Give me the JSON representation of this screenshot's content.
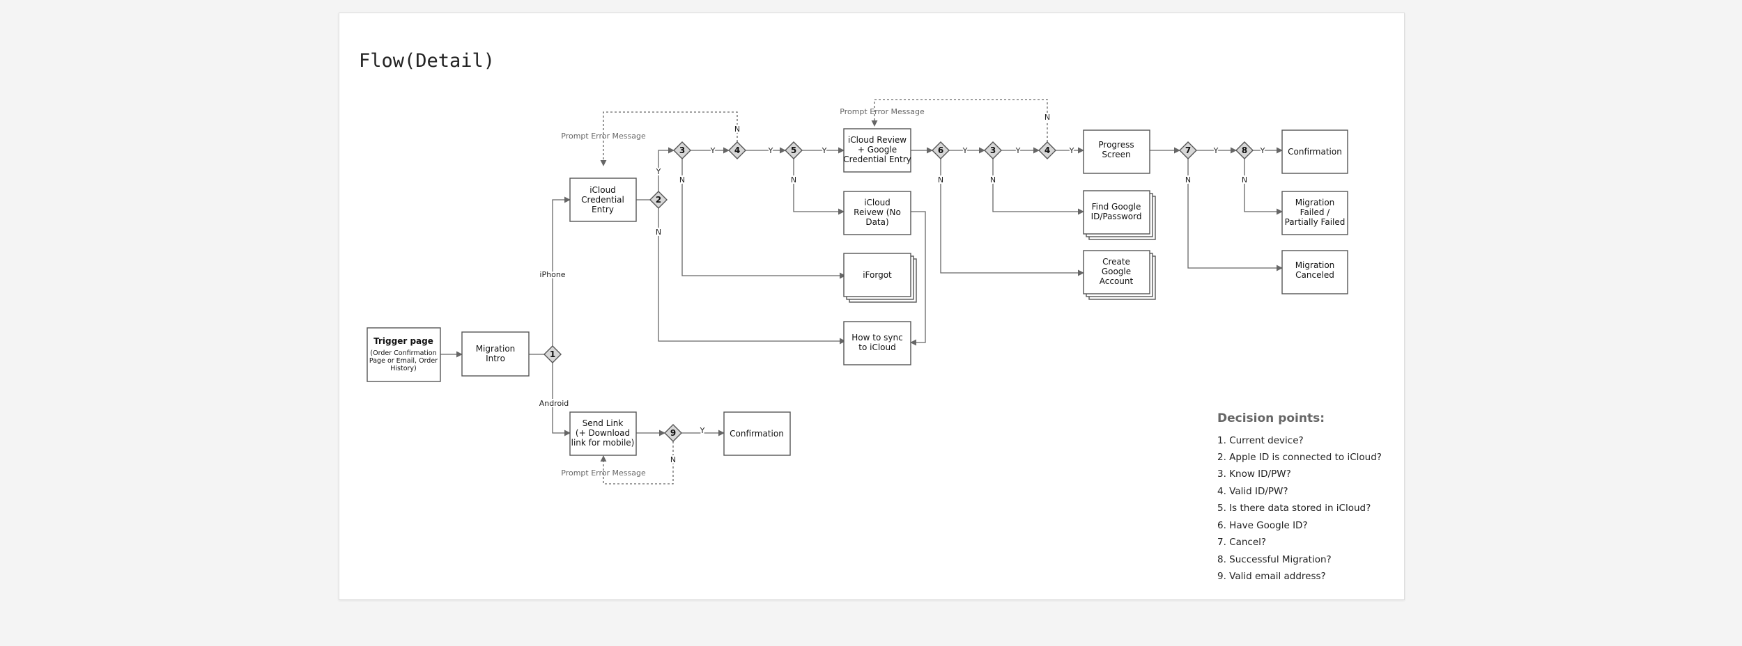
{
  "title": "Flow(Detail)",
  "nodes": {
    "trigger": {
      "title": "Trigger page",
      "sub": "(Order Confirmation\nPage or Email, Order\nHistory)"
    },
    "migration_intro": {
      "title": "Migration\nIntro"
    },
    "icloud_cred": {
      "title": "iCloud\nCredential\nEntry"
    },
    "send_link": {
      "title": "Send Link\n(+ Download\nlink for mobile)"
    },
    "confirmation_android": {
      "title": "Confirmation"
    },
    "icloud_review_google": {
      "title": "iCloud Review\n+ Google\nCredential Entry"
    },
    "icloud_review_nodata": {
      "title": "iCloud\nReivew (No\nData)"
    },
    "iforgot": {
      "title": "iForgot"
    },
    "how_to_sync": {
      "title": "How to sync\nto iCloud"
    },
    "progress": {
      "title": "Progress\nScreen"
    },
    "find_google": {
      "title": "Find Google\nID/Password"
    },
    "create_google": {
      "title": "Create\nGoogle\nAccount"
    },
    "confirmation_main": {
      "title": "Confirmation"
    },
    "migration_failed": {
      "title": "Migration\nFailed /\nPartially Failed"
    },
    "migration_canceled": {
      "title": "Migration\nCanceled"
    }
  },
  "decisions": {
    "d1": "1",
    "d2": "2",
    "d3a": "3",
    "d4a": "4",
    "d5": "5",
    "d6": "6",
    "d3b": "3",
    "d4b": "4",
    "d7": "7",
    "d8": "8",
    "d9": "9"
  },
  "labels": {
    "yes": "Y",
    "no": "N",
    "iphone": "iPhone",
    "android": "Android",
    "prompt_error": "Prompt Error Message"
  },
  "legend": {
    "title": "Decision points:",
    "items": [
      "1. Current device?",
      "2. Apple ID is connected to iCloud?",
      "3. Know ID/PW?",
      "4. Valid ID/PW?",
      "5. Is there data stored in iCloud?",
      "6. Have Google ID?",
      "7. Cancel?",
      "8. Successful Migration?",
      "9. Valid email address?"
    ]
  }
}
